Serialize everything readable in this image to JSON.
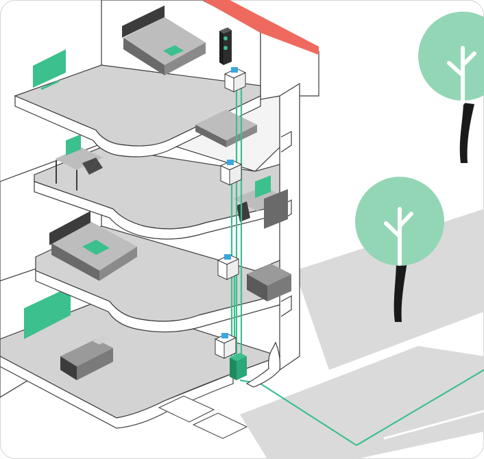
{
  "palette": {
    "background": "#ffffff",
    "frame": "#d4d4d4",
    "wall": "#ffffff",
    "outline": "#3a3a3a",
    "floor_top": "#d3d3d3",
    "floor_front": "#ffffff",
    "ground": "#dadada",
    "accent": "#3cc08d",
    "accent_dark": "#1f8a5e",
    "tree_canopy": "#93d6b6",
    "tree_trunk": "#1a1a1a",
    "roof": "#ee6a5e",
    "furniture": "#9a9a9a",
    "furniture_dark": "#3c3c3c"
  },
  "icons": {
    "adapter": "powerline-adapter-icon",
    "main_adapter": "main-router-box-icon",
    "tree": "tree-icon",
    "tv": "tv-icon",
    "speaker": "speaker-icon"
  },
  "floors": [
    {
      "id": "floor-4",
      "room": "bedroom"
    },
    {
      "id": "floor-3",
      "room": "office"
    },
    {
      "id": "floor-2",
      "room": "bedroom"
    },
    {
      "id": "floor-1",
      "room": "living-room"
    }
  ]
}
